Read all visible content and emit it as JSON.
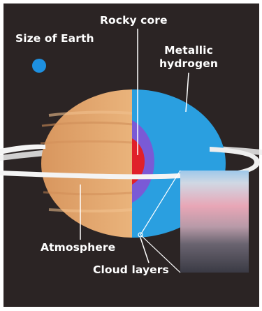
{
  "labels": {
    "rocky_core": "Rocky core",
    "size_of_earth": "Size of Earth",
    "metallic_hydrogen_line1": "Metallic",
    "metallic_hydrogen_line2": "hydrogen",
    "atmosphere": "Atmosphere",
    "cloud_layers": "Cloud layers"
  },
  "colors": {
    "background": "#2b2424",
    "earth_blue": "#1e90e0",
    "atmosphere_tan": "#e4aa72",
    "metallic_hydrogen_blue": "#2a9fe0",
    "mantle_purple": "#7a5ad6",
    "rocky_core_red": "#e0202a",
    "ring_white": "#f4f4f4",
    "cloud_panel_top": "#b8d8f0",
    "cloud_panel_pink": "#e8a8b8",
    "cloud_panel_dark": "#3a3a44"
  }
}
